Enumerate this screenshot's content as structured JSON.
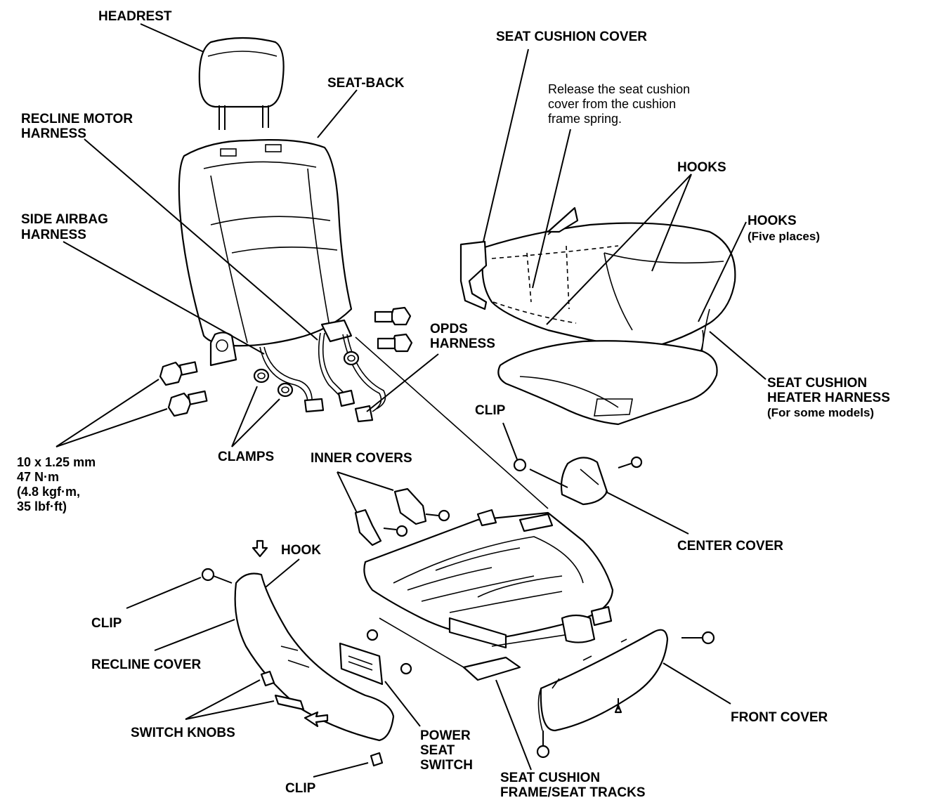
{
  "labels": {
    "headrest": "HEADREST",
    "seat_back": "SEAT-BACK",
    "recline_motor_harness": [
      "RECLINE MOTOR",
      "HARNESS"
    ],
    "side_airbag_harness": [
      "SIDE AIRBAG",
      "HARNESS"
    ],
    "opds_harness": [
      "OPDS",
      "HARNESS"
    ],
    "seat_cushion_cover": "SEAT CUSHION COVER",
    "release_note": [
      "Release the seat cushion",
      "cover from the cushion",
      "frame spring."
    ],
    "hooks": "HOOKS",
    "hooks_five": [
      "HOOKS",
      "(Five places)"
    ],
    "seat_cushion_heater_harness": [
      "SEAT CUSHION",
      "HEATER HARNESS",
      "(For some models)"
    ],
    "clip_top": "CLIP",
    "torque_spec": [
      "10 x 1.25 mm",
      "47 N·m",
      "(4.8 kgf·m,",
      "35 lbf·ft)"
    ],
    "clamps": "CLAMPS",
    "inner_covers": "INNER COVERS",
    "center_cover": "CENTER COVER",
    "hook": "HOOK",
    "clip_left": "CLIP",
    "recline_cover": "RECLINE COVER",
    "switch_knobs": "SWITCH KNOBS",
    "clip_bottom": "CLIP",
    "power_seat_switch": [
      "POWER",
      "SEAT",
      "SWITCH"
    ],
    "seat_cushion_frame": [
      "SEAT CUSHION",
      "FRAME/SEAT TRACKS"
    ],
    "front_cover": "FRONT COVER"
  }
}
